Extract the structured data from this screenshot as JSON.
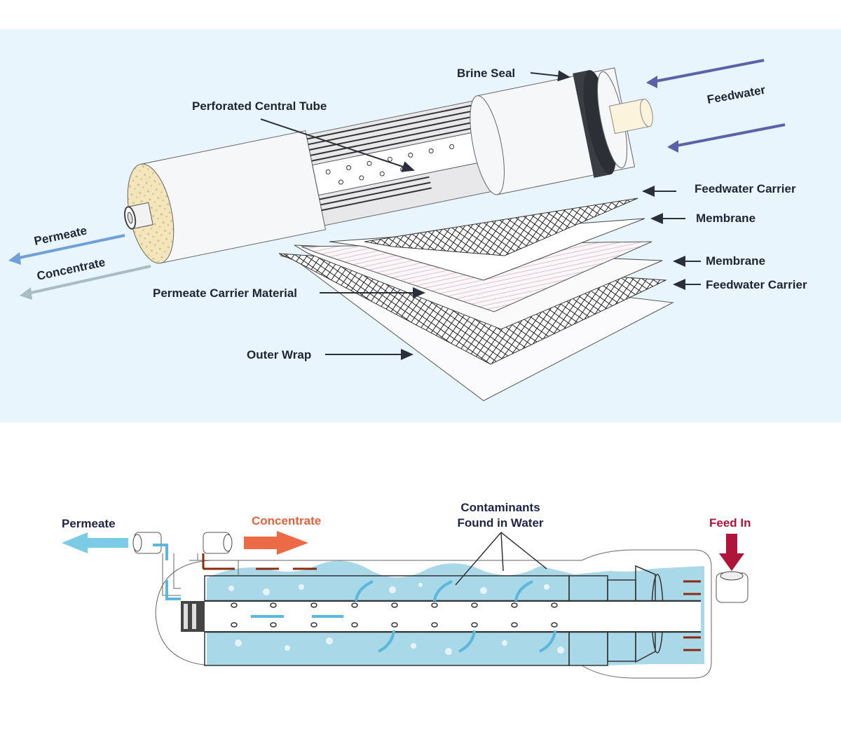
{
  "top_diagram": {
    "labels": {
      "brine_seal": "Brine Seal",
      "feedwater": "Feedwater",
      "perforated_central_tube": "Perforated Central Tube",
      "feedwater_carrier_1": "Feedwater Carrier",
      "membrane_1": "Membrane",
      "membrane_2": "Membrane",
      "feedwater_carrier_2": "Feedwater Carrier",
      "permeate": "Permeate",
      "concentrate": "Concentrate",
      "permeate_carrier_material": "Permeate Carrier Material",
      "outer_wrap": "Outer Wrap"
    },
    "colors": {
      "background": "#e9f5fc",
      "feed_arrow": "#5b63a8",
      "permeate_arrow": "#6fa0d8",
      "concentrate_arrow": "#a9bcc6"
    }
  },
  "bottom_diagram": {
    "labels": {
      "permeate": "Permeate",
      "concentrate": "Concentrate",
      "contaminants_line1": "Contaminants",
      "contaminants_line2": "Found in Water",
      "feed_in": "Feed In"
    },
    "colors": {
      "permeate": "#7ccbe6",
      "concentrate": "#ec6a45",
      "feed_in": "#b0143a",
      "water": "#a9d8e8",
      "flow_brown": "#8a2c10"
    }
  }
}
